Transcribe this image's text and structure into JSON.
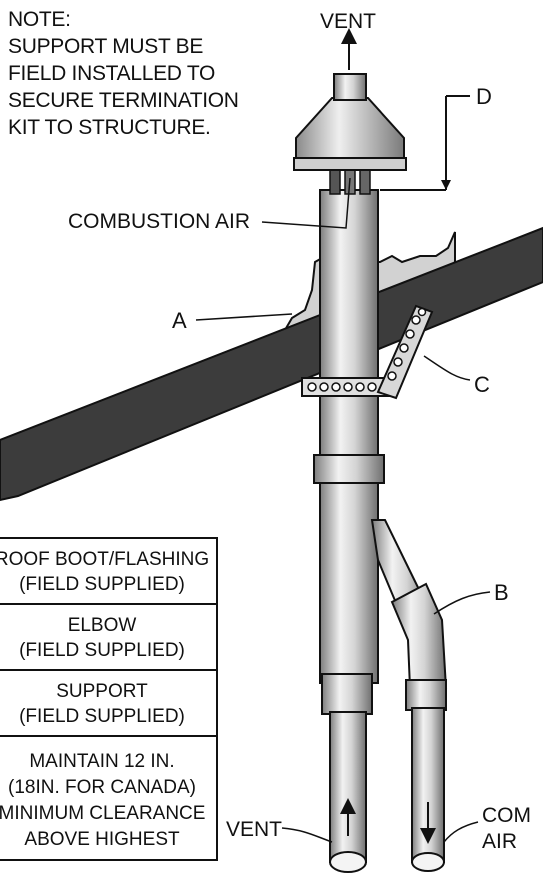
{
  "note": {
    "lines": [
      "NOTE:",
      "SUPPORT MUST BE",
      "FIELD INSTALLED TO",
      "SECURE TERMINATION",
      "KIT TO STRUCTURE."
    ]
  },
  "labels": {
    "vent_top": "VENT",
    "d": "D",
    "combustion_air": "COMBUSTION AIR",
    "a": "A",
    "c": "C",
    "b": "B",
    "vent_bottom": "VENT",
    "com": "COM",
    "air": "AIR"
  },
  "legend": [
    {
      "lines": [
        "ROOF BOOT/FLASHING",
        "(FIELD SUPPLIED)"
      ]
    },
    {
      "lines": [
        "ELBOW",
        "(FIELD SUPPLIED)"
      ]
    },
    {
      "lines": [
        "SUPPORT",
        "(FIELD SUPPLIED)"
      ]
    },
    {
      "lines": [
        "MAINTAIN 12 IN.",
        "(18IN. FOR CANADA)",
        "MINIMUM CLEARANCE",
        "ABOVE HIGHEST"
      ]
    }
  ],
  "colors": {
    "roof": "#3a3a3a",
    "pipe_light": "#e8e8e8",
    "pipe_dark": "#8a8a8a",
    "outline": "#111111"
  }
}
